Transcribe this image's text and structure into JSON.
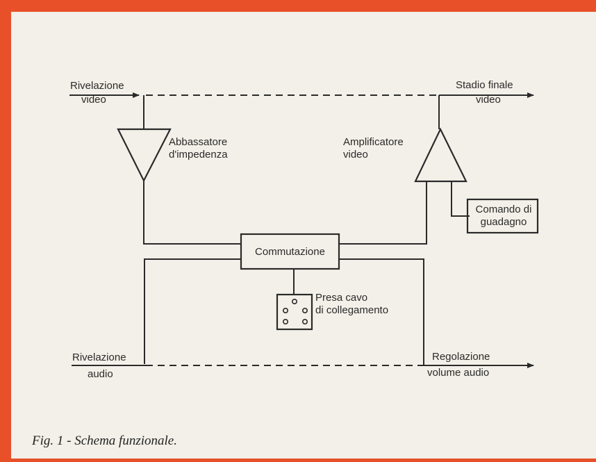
{
  "labels": {
    "rivelazione_video": [
      "Rivelazione",
      "video"
    ],
    "abbassatore": [
      "Abbassatore",
      "d'impedenza"
    ],
    "stadio_finale": [
      "Stadio  finale",
      "video"
    ],
    "amplificatore": [
      "Amplificatore",
      "video"
    ],
    "comando": [
      "Comando di",
      "guadagno"
    ],
    "commutazione": "Commutazione",
    "presa": [
      "Presa  cavo",
      "di  collegamento"
    ],
    "rivelazione_audio": [
      "Rivelazione",
      "audio"
    ],
    "regolazione": [
      "Regolazione",
      "volume  audio"
    ]
  },
  "caption": "Fig. 1 - Schema funzionale.",
  "colors": {
    "border": "#e8502a",
    "ink": "#2a2a2a",
    "background": "#f2f0e8"
  }
}
